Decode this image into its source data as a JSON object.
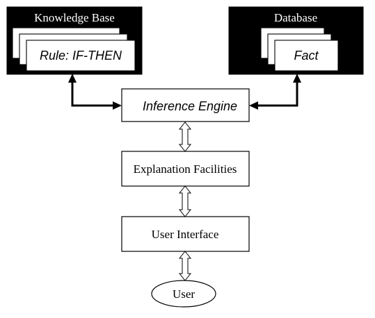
{
  "knowledge_base": {
    "title": "Knowledge Base",
    "rule_label": "Rule: IF-THEN"
  },
  "database": {
    "title": "Database",
    "fact_label": "Fact"
  },
  "inference_engine": {
    "label": "Inference Engine"
  },
  "explanation_facilities": {
    "label": "Explanation Facilities"
  },
  "user_interface": {
    "label": "User Interface"
  },
  "user": {
    "label": "User"
  }
}
